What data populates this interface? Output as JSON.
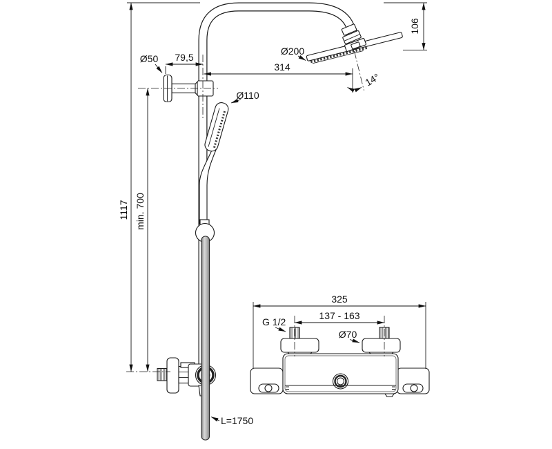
{
  "drawing": {
    "type": "technical-dimension-drawing",
    "subject": "thermostatic shower system with rain head, hand shower and exposed mixer",
    "colors": {
      "background": "#ffffff",
      "line": "#1a1a1a",
      "hose_gray": "#b5b5b5"
    },
    "views": {
      "column": {
        "dims": {
          "overall_height": "1117",
          "min_height": "min. 700",
          "wall_offset": "79,5",
          "wall_flange_diameter": "Ø50",
          "head_diameter": "Ø200",
          "reach": "314",
          "head_angle": "14°",
          "head_drop": "106",
          "hand_shower_diameter": "Ø110",
          "hose_length": "L=1750"
        }
      },
      "mixer": {
        "dims": {
          "overall_width": "325",
          "connection_spacing": "137 - 163",
          "thread": "G 1/2",
          "escutcheon_diameter": "Ø70"
        }
      }
    }
  }
}
